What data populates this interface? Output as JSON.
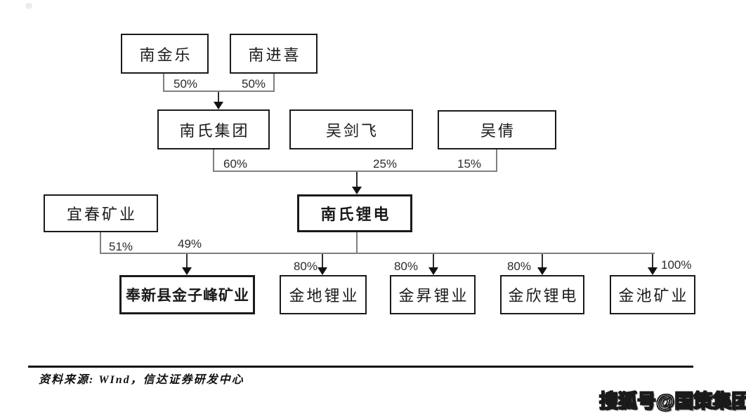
{
  "page": {
    "background": "#ffffff"
  },
  "diagram": {
    "type": "equity-structure",
    "nodes": {
      "nan_jin_le": {
        "label": "南金乐"
      },
      "nan_jin_xi": {
        "label": "南进喜"
      },
      "nan_shi_group": {
        "label": "南氏集团"
      },
      "wu_jian_fei": {
        "label": "吴剑飞"
      },
      "wu_qian": {
        "label": "吴倩"
      },
      "yi_chun_mining": {
        "label": "宜春矿业"
      },
      "nan_shi_li_dian": {
        "label": "南氏锂电"
      },
      "feng_xin_mining": {
        "label": "奉新县金子峰矿业"
      },
      "jin_di_li_ye": {
        "label": "金地锂业"
      },
      "jin_sheng_li_ye": {
        "label": "金昇锂业"
      },
      "jin_xin_li_dian": {
        "label": "金欣锂电"
      },
      "jin_chi_mining": {
        "label": "金池矿业"
      }
    },
    "ownership_edges": [
      {
        "from": "南金乐",
        "to": "南氏集团",
        "label": "50%"
      },
      {
        "from": "南进喜",
        "to": "南氏集团",
        "label": "50%"
      },
      {
        "from": "南氏集团",
        "to": "南氏锂电",
        "label": "60%"
      },
      {
        "from": "吴剑飞",
        "to": "南氏锂电",
        "label": "25%"
      },
      {
        "from": "吴倩",
        "to": "南氏锂电",
        "label": "15%"
      },
      {
        "from": "宜春矿业",
        "to": "奉新县金子峰矿业",
        "label": "51%"
      },
      {
        "from": "南氏锂电",
        "to": "奉新县金子峰矿业",
        "label": "49%"
      },
      {
        "from": "南氏锂电",
        "to": "金地锂业",
        "label": "80%"
      },
      {
        "from": "南氏锂电",
        "to": "金昇锂业",
        "label": "80%"
      },
      {
        "from": "南氏锂电",
        "to": "金欣锂电",
        "label": "80%"
      },
      {
        "from": "南氏锂电",
        "to": "金池矿业",
        "label": "100%"
      }
    ],
    "colors": {
      "box_border": "#1a1a1a",
      "connector_line": "#7f7f7f",
      "arrow": "#111111",
      "text": "#1a1a1a"
    }
  },
  "footer": {
    "source_text": "资料来源: WInd，信达证券研发中心"
  },
  "watermark": {
    "text": "搜狐号@国策集团"
  }
}
